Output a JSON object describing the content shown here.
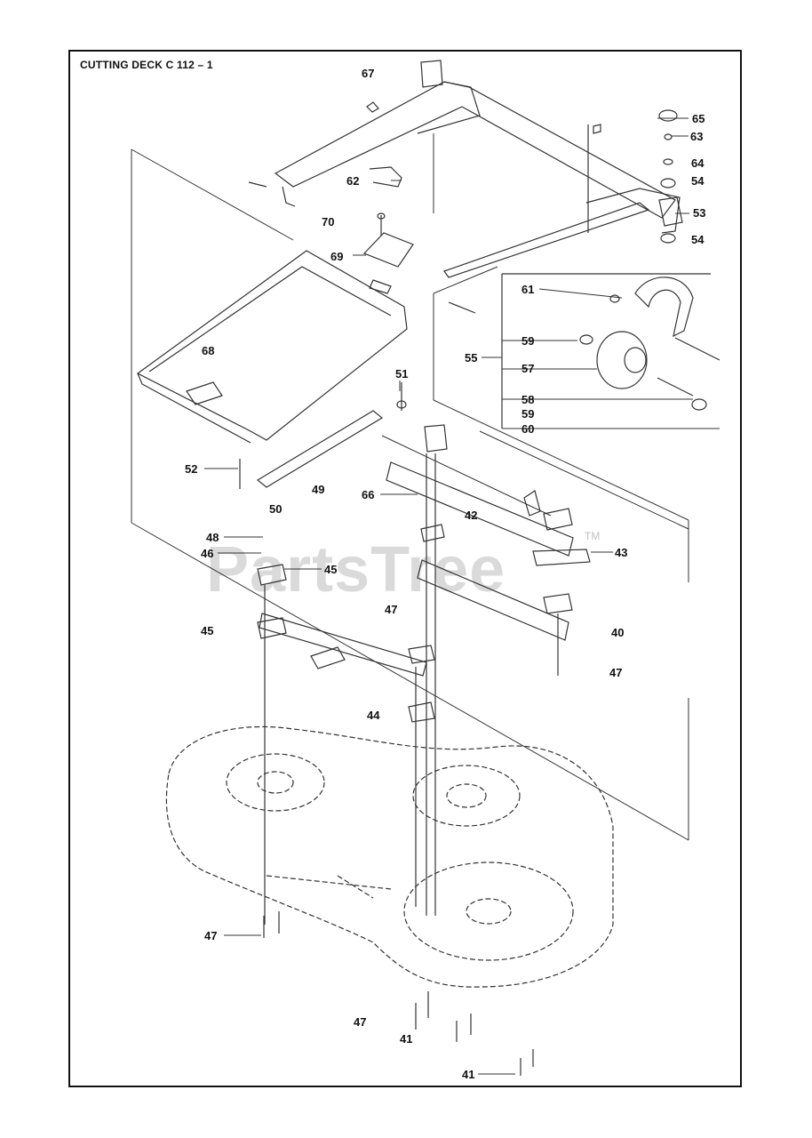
{
  "title": "CUTTING DECK C 112 – 1",
  "watermark": "PartsTree",
  "watermark_mark": "TM",
  "callouts": {
    "c67": "67",
    "c65": "65",
    "c63": "63",
    "c64": "64",
    "c54a": "54",
    "c62": "62",
    "c53": "53",
    "c54b": "54",
    "c70": "70",
    "c69": "69",
    "c61": "61",
    "c59a": "59",
    "c55": "55",
    "c57": "57",
    "c68": "68",
    "c51": "51",
    "c58": "58",
    "c59b": "59",
    "c60": "60",
    "c52": "52",
    "c49": "49",
    "c66": "66",
    "c50": "50",
    "c42": "42",
    "c48": "48",
    "c46": "46",
    "c45a": "45",
    "c43": "43",
    "c47a": "47",
    "c45b": "45",
    "c40": "40",
    "c47b": "47",
    "c44": "44",
    "c47c": "47",
    "c47d": "47",
    "c41a": "41",
    "c41b": "41"
  }
}
